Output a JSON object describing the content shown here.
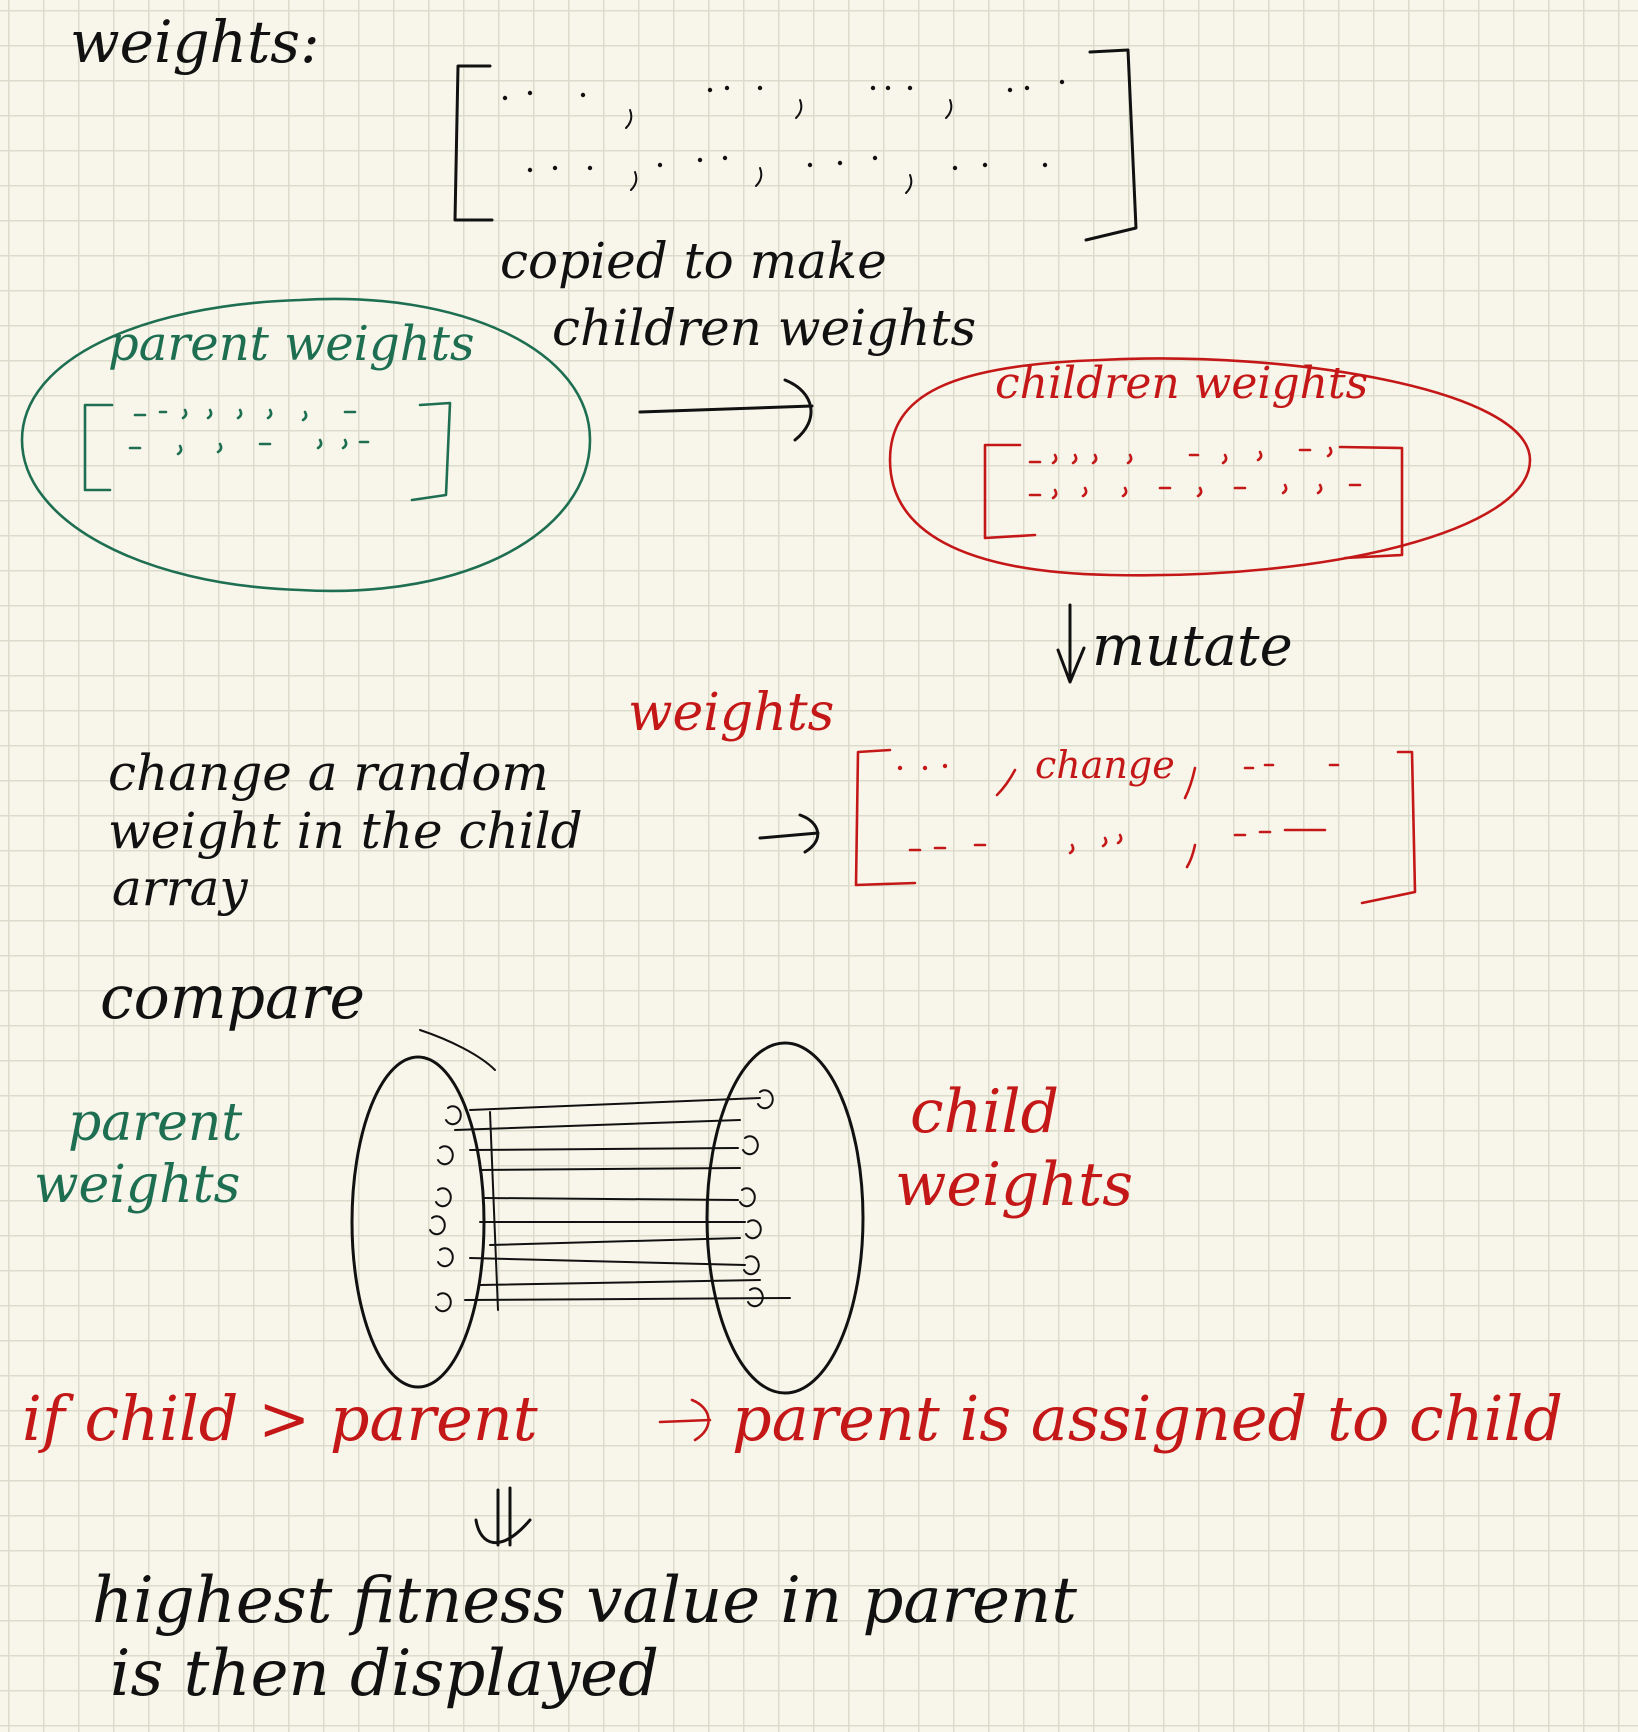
{
  "colors": {
    "paper": "#f8f6ea",
    "grid": "#dcdccd",
    "ink_black": "#111111",
    "ink_red": "#c41818",
    "ink_green": "#1e6e52"
  },
  "top": {
    "label": "weights:",
    "copy_line_1": "copied to make",
    "copy_line_2": "children weights"
  },
  "parent_group": {
    "label": "parent weights"
  },
  "children_group": {
    "label": "children weights"
  },
  "mutate_step": {
    "label": "mutate"
  },
  "mutation": {
    "weights_label": "weights",
    "desc_line_1": "change a random",
    "desc_line_2": "weight in the child",
    "desc_line_3": "array",
    "changed_cell": "change"
  },
  "compare": {
    "title": "compare",
    "left_line_1": "parent",
    "left_line_2": "weights",
    "right_line_1": "child",
    "right_line_2": "weights"
  },
  "rule": {
    "condition": "if child > parent",
    "result": "parent is assigned to child"
  },
  "result": {
    "line_1": "highest fitness value in parent",
    "line_2": "is then displayed"
  }
}
